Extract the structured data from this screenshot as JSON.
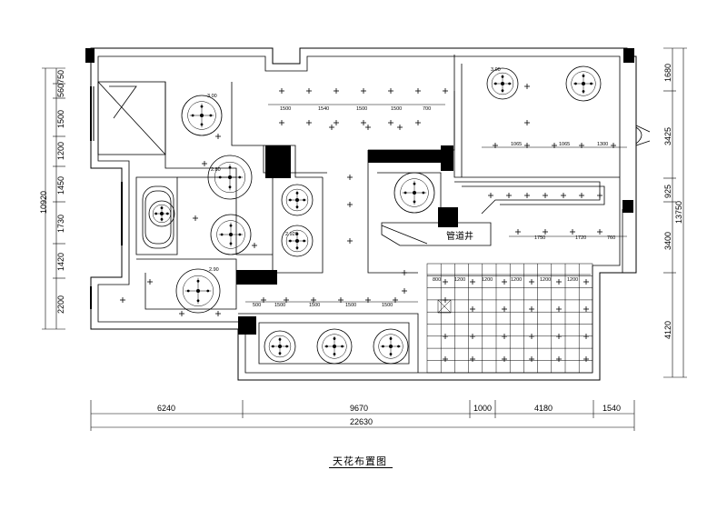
{
  "drawing": {
    "title": "天花布置图",
    "room_label": "管道井",
    "bottom_dims": [
      "6240",
      "9670",
      "1000",
      "4180",
      "1540"
    ],
    "bottom_total": "22630",
    "left_dims": [
      "750",
      "560",
      "1500",
      "1200",
      "1450",
      "1730",
      "1420",
      "2200"
    ],
    "left_total": "10920",
    "right_dims": [
      "1680",
      "3425",
      "925",
      "3400",
      "4120"
    ],
    "right_total": "13750",
    "row_dims_top": [
      "1500",
      "1540",
      "1500",
      "1500",
      "700"
    ],
    "row_dims_bottom": [
      "500",
      "1500",
      "1500",
      "1500",
      "1500"
    ],
    "row_dims_right": [
      "1065",
      "1065",
      "1300"
    ],
    "row_dims_lower_right": [
      "1750",
      "1720",
      "760"
    ],
    "grid_dims": [
      "800",
      "1200",
      "1200",
      "1200",
      "1200",
      "1200"
    ],
    "light_labels": [
      "3.00",
      "2.80",
      "2.920",
      "3.00",
      "2.90"
    ]
  }
}
